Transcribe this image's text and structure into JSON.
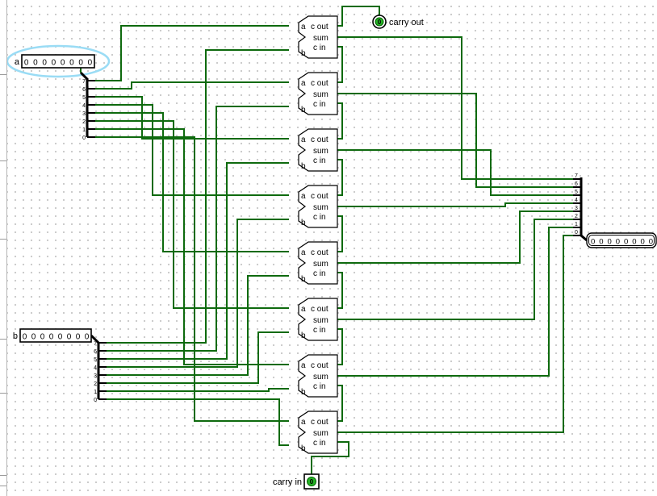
{
  "colors": {
    "wire": "#0e6a0e",
    "splitter": "#000000",
    "component_stroke": "#000000",
    "indicator_fill": "#27b427",
    "indicator_edge": "#006400",
    "halo": "#9adcf5",
    "grid_dot": "#c9c9c9"
  },
  "pins": {
    "a": {
      "label": "a",
      "bits": [
        "0",
        "0",
        "0",
        "0",
        "0",
        "0",
        "0",
        "0"
      ]
    },
    "b": {
      "label": "b",
      "bits": [
        "0",
        "0",
        "0",
        "0",
        "0",
        "0",
        "0",
        "0"
      ]
    },
    "sum_out": {
      "bits": [
        "0",
        "0",
        "0",
        "0",
        "0",
        "0",
        "0",
        "0"
      ]
    },
    "carry_in": {
      "label": "carry in",
      "value": "0"
    },
    "carry_out": {
      "label": "carry out",
      "value": "0"
    }
  },
  "adder": {
    "count": 8,
    "labels": {
      "a": "a",
      "b": "b",
      "c_out": "c out",
      "sum": "sum",
      "c_in": "c in"
    }
  },
  "splitters": {
    "bit_labels": [
      "7",
      "6",
      "5",
      "4",
      "3",
      "2",
      "1",
      "0"
    ]
  }
}
